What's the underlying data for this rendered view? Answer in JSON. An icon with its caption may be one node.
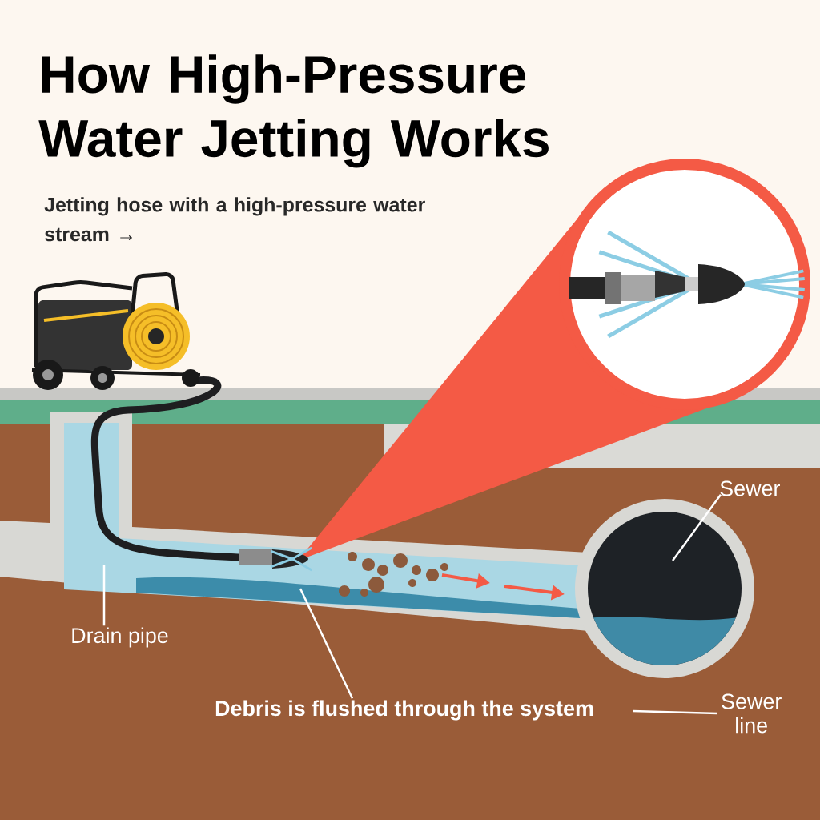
{
  "diagram": {
    "title": "How High-Pressure Water Jetting Works",
    "nodes": [
      {
        "text": [
          "Drain pipe"
        ]
      },
      {
        "text": [
          "Sewer"
        ]
      },
      {
        "text": [
          "Debris is flushed through the system"
        ]
      },
      {
        "text": [
          "Sewer line"
        ]
      }
    ],
    "edges": [
      {
        "from": 0,
        "to": null,
        "arrow": "none"
      },
      {
        "from": 1,
        "to": null,
        "arrow": "none"
      },
      {
        "from": 2,
        "to": null,
        "arrow": "none"
      },
      {
        "from": 3,
        "to": null,
        "arrow": "none"
      }
    ],
    "labels": [
      "Jetting hose with a high-pressure water stream →"
    ]
  }
}
